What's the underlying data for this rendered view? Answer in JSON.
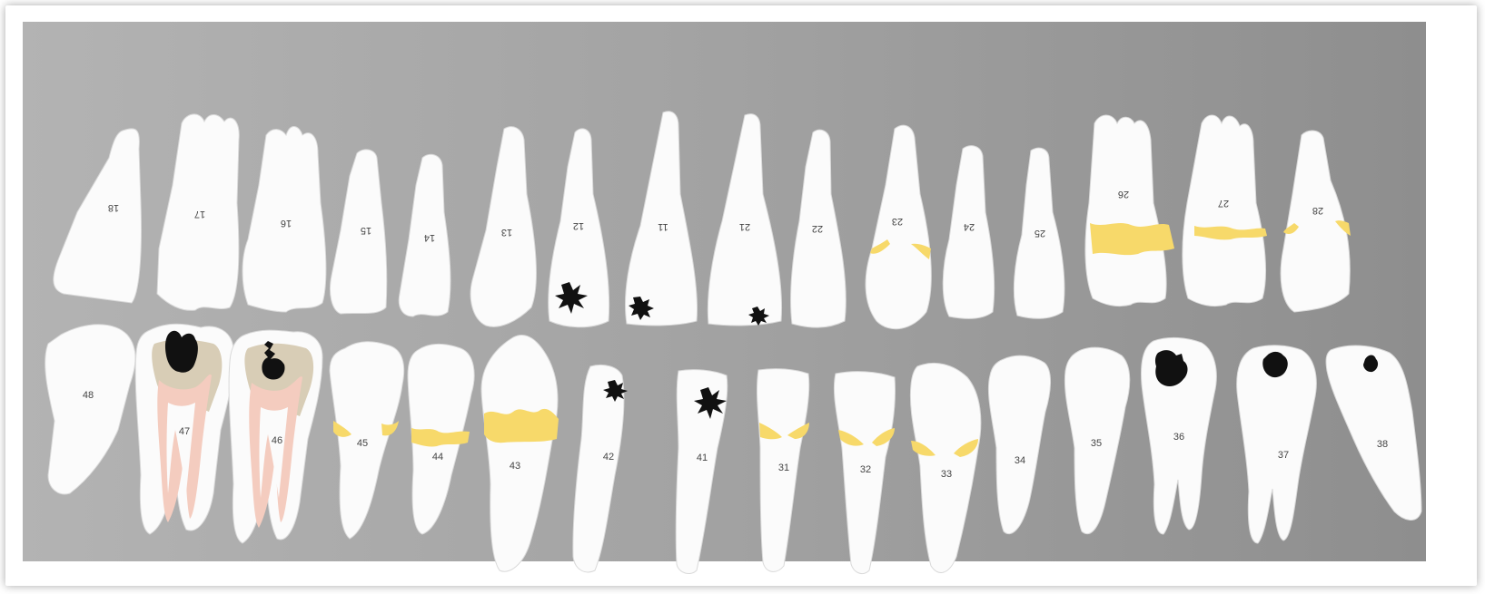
{
  "colors": {
    "background_gray": "#9a9a9a",
    "tooth_white": "#fbfbfb",
    "filling_yellow": "#f7d96a",
    "caries_black": "#111111",
    "dentin_beige": "#d8cdb6",
    "pulp_pink": "#f4ccbf"
  },
  "upper_row": [
    {
      "number": "18",
      "marking": "none"
    },
    {
      "number": "17",
      "marking": "none"
    },
    {
      "number": "16",
      "marking": "none"
    },
    {
      "number": "15",
      "marking": "none"
    },
    {
      "number": "14",
      "marking": "none"
    },
    {
      "number": "13",
      "marking": "none"
    },
    {
      "number": "12",
      "marking": "caries-lesion"
    },
    {
      "number": "11",
      "marking": "caries-lesion"
    },
    {
      "number": "21",
      "marking": "caries-lesion"
    },
    {
      "number": "22",
      "marking": "none"
    },
    {
      "number": "23",
      "marking": "filling"
    },
    {
      "number": "24",
      "marking": "none"
    },
    {
      "number": "25",
      "marking": "none"
    },
    {
      "number": "26",
      "marking": "filling"
    },
    {
      "number": "27",
      "marking": "filling"
    },
    {
      "number": "28",
      "marking": "filling"
    }
  ],
  "lower_row": [
    {
      "number": "48",
      "marking": "none"
    },
    {
      "number": "47",
      "marking": "cross-section-caries"
    },
    {
      "number": "46",
      "marking": "cross-section-caries"
    },
    {
      "number": "45",
      "marking": "filling"
    },
    {
      "number": "44",
      "marking": "filling"
    },
    {
      "number": "43",
      "marking": "filling"
    },
    {
      "number": "42",
      "marking": "caries-lesion"
    },
    {
      "number": "41",
      "marking": "caries-lesion"
    },
    {
      "number": "31",
      "marking": "filling"
    },
    {
      "number": "32",
      "marking": "filling"
    },
    {
      "number": "33",
      "marking": "filling"
    },
    {
      "number": "34",
      "marking": "none"
    },
    {
      "number": "35",
      "marking": "none"
    },
    {
      "number": "36",
      "marking": "caries-lesion"
    },
    {
      "number": "37",
      "marking": "caries-lesion"
    },
    {
      "number": "38",
      "marking": "caries-lesion"
    }
  ]
}
